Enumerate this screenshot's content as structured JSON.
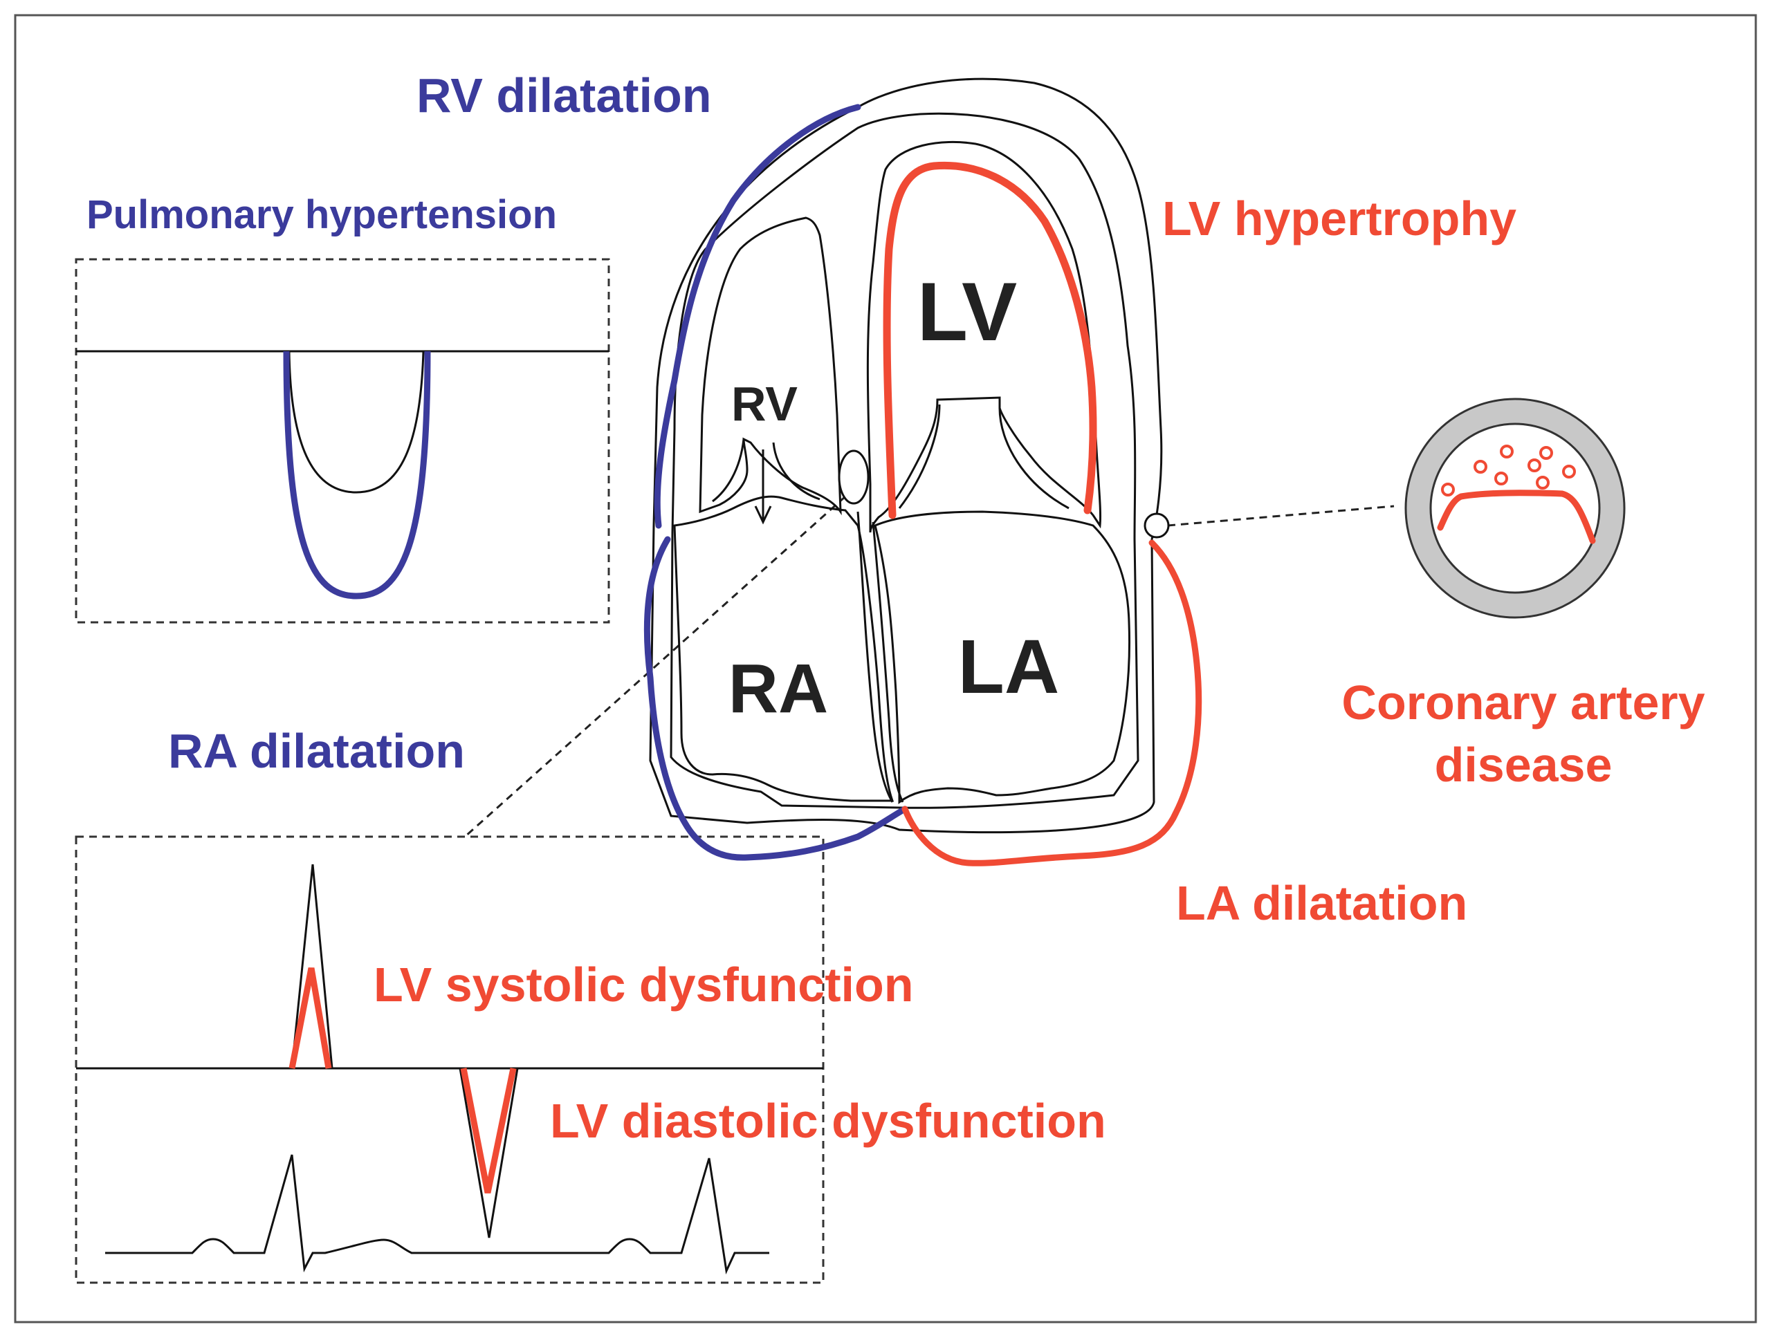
{
  "colors": {
    "right_heart": "#3b3b9c",
    "left_heart": "#f04a34",
    "outline": "#111111",
    "artery_wall": "#c8c8c8"
  },
  "labels": {
    "rv_dilatation": "RV dilatation",
    "pulmonary_hypertension": "Pulmonary hypertension",
    "lv_hypertrophy": "LV hypertrophy",
    "coronary_line1": "Coronary artery",
    "coronary_line2": "disease",
    "ra_dilatation": "RA dilatation",
    "la_dilatation": "LA dilatation",
    "lv_systolic": "LV systolic dysfunction",
    "lv_diastolic": "LV diastolic dysfunction"
  },
  "chambers": {
    "lv": "LV",
    "rv": "RV",
    "ra": "RA",
    "la": "LA"
  }
}
